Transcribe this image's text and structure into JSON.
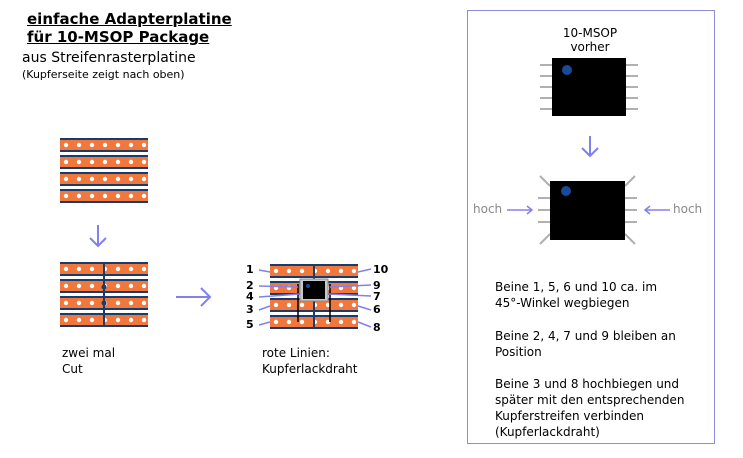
{
  "title": {
    "line1": "einfache Adapterplatine",
    "line2": "für 10-MSOP Package",
    "line3": "aus Streifenrasterplatine",
    "line4": "(Kupferseite zeigt nach oben)"
  },
  "captions": {
    "cut_line1": "zwei mal",
    "cut_line2": "Cut",
    "wire_line1": "rote Linien:",
    "wire_line2": "Kupferlackdraht"
  },
  "pin_labels": {
    "left": [
      "1",
      "2",
      "4",
      "3",
      "5"
    ],
    "right": [
      "10",
      "9",
      "7",
      "6",
      "8"
    ]
  },
  "panel": {
    "chip_label_line1": "10-MSOP",
    "chip_label_line2": "vorher",
    "hoch_left": "hoch",
    "hoch_right": "hoch",
    "step1": [
      "Beine 1, 5, 6 und 10 ca. im",
      "45°-Winkel wegbiegen"
    ],
    "step2": [
      "Beine 2, 4, 7 und 9 bleiben an",
      "Position"
    ],
    "step3": [
      "Beine 3 und 8 hochbiegen und",
      "später mit den entsprechenden",
      "Kupferstreifen verbinden",
      "(Kupferlackdraht)"
    ]
  },
  "colors": {
    "copper": "#f0783c",
    "strip_edge": "#1a3c6c",
    "arrow": "#8080f0",
    "chip": "#000000",
    "chip_dot": "#1a4a9a",
    "leg": "#b0b0b0",
    "panel_border": "#8d8ddc",
    "hoch_text": "#888888"
  }
}
